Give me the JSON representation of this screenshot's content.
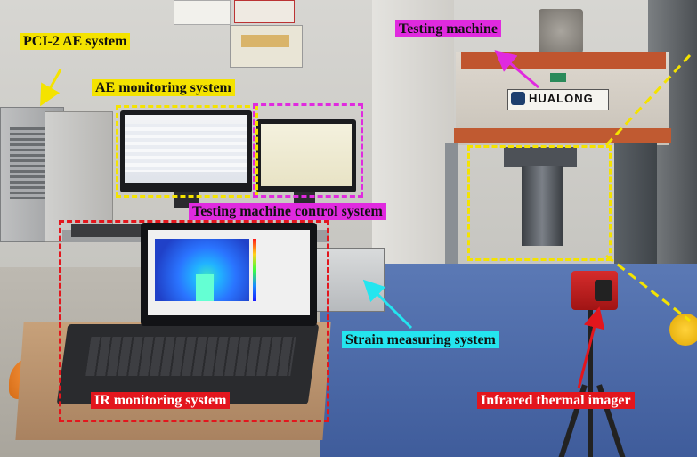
{
  "photo": {
    "description": "Experimental setup of a rock testing machine with monitoring systems",
    "brand_plate": "HUALONG"
  },
  "labels": {
    "pci2": "PCI-2 AE system",
    "ae_monitor": "AE monitoring system",
    "testing_machine": "Testing machine",
    "control_system": "Testing machine control system",
    "strain": "Strain measuring system",
    "ir_monitor": "IR monitoring system",
    "thermal": "Infrared thermal imager"
  },
  "colors": {
    "yellow": "#f4e300",
    "magenta": "#e02adf",
    "red": "#e3161d",
    "cyan": "#24e5ef"
  }
}
